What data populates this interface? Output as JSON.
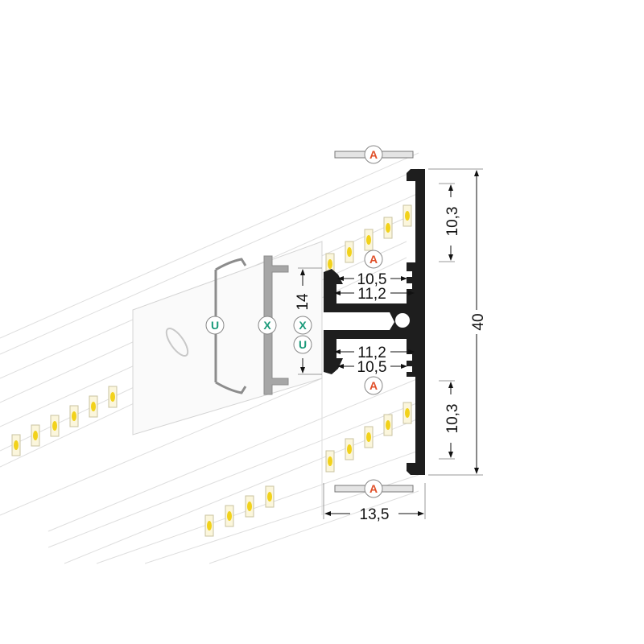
{
  "colors": {
    "profile": "#1e1e1e",
    "badge_a": "#e0502a",
    "badge_ux": "#1a9a7a",
    "clip": "#9a9a9a",
    "led": "#f2d21b"
  },
  "badges": {
    "a": "A",
    "u": "U",
    "x": "X"
  },
  "dimensions": {
    "height_total": "40",
    "width_total": "13,5",
    "cover_top": "10,3",
    "cover_bottom": "10,3",
    "inner_upper_narrow": "10,5",
    "inner_upper_wide": "11,2",
    "inner_lower_wide": "11,2",
    "inner_lower_narrow": "10,5",
    "clip_height": "14"
  }
}
